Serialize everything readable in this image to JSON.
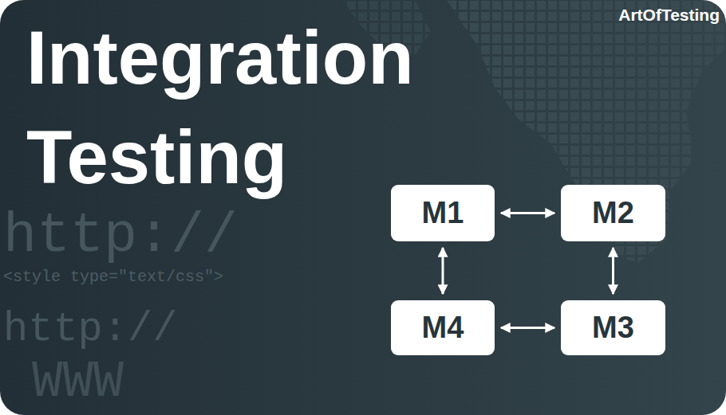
{
  "diagram": {
    "title": "Integration Testing",
    "nodes": [
      {
        "text": [
          "M1"
        ]
      },
      {
        "text": [
          "M2"
        ]
      },
      {
        "text": [
          "M4"
        ]
      },
      {
        "text": [
          "M3"
        ]
      }
    ],
    "edges": [
      {
        "from": 0,
        "to": 1,
        "arrow": "both"
      },
      {
        "from": 0,
        "to": 2,
        "arrow": "both"
      },
      {
        "from": 1,
        "to": 3,
        "arrow": "both"
      },
      {
        "from": 2,
        "to": 3,
        "arrow": "both"
      }
    ],
    "labels": [
      "ArtOfTesting",
      "http://",
      "<style type=\"text/css\">",
      "http://",
      "WWW"
    ]
  }
}
